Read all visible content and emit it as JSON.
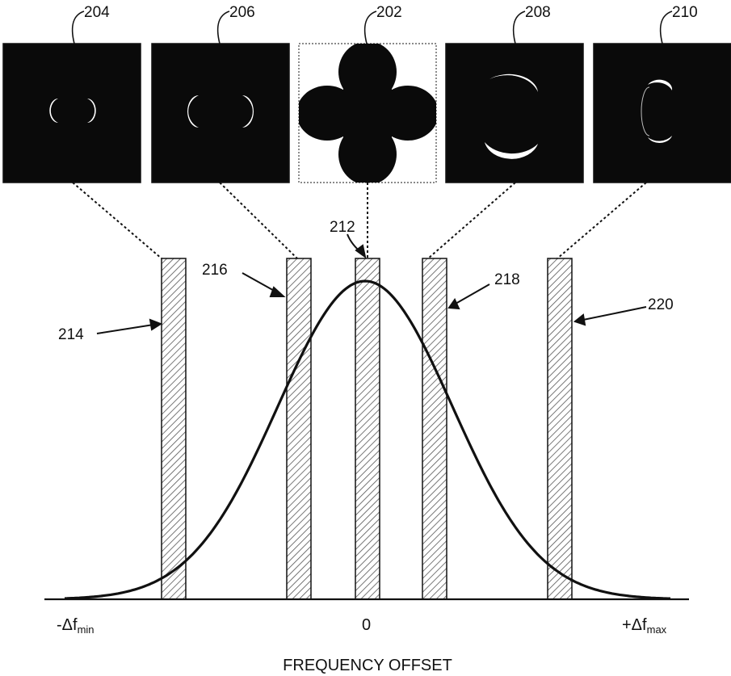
{
  "figure": {
    "panels": [
      {
        "ref": "204",
        "pattern": "small-horizontal-crescents",
        "frame": "solid"
      },
      {
        "ref": "206",
        "pattern": "large-horizontal-crescents",
        "frame": "solid"
      },
      {
        "ref": "202",
        "pattern": "four-lobe-clover",
        "frame": "dotted"
      },
      {
        "ref": "208",
        "pattern": "large-vertical-crescents",
        "frame": "solid"
      },
      {
        "ref": "210",
        "pattern": "small-vertical-crescents",
        "frame": "solid"
      }
    ],
    "bars": [
      {
        "ref": "214",
        "connects_to": "204"
      },
      {
        "ref": "216",
        "connects_to": "206"
      },
      {
        "ref": "212",
        "connects_to": "202"
      },
      {
        "ref": "218",
        "connects_to": "208"
      },
      {
        "ref": "220",
        "connects_to": "210"
      }
    ],
    "axis": {
      "left_label_main": "-Δf",
      "left_label_sub": "min",
      "center_label": "0",
      "right_label_main": "+Δf",
      "right_label_sub": "max",
      "title": "FREQUENCY OFFSET"
    },
    "curve": "gaussian",
    "colors": {
      "ink": "#111111",
      "panel_bg": "#0a0a0a",
      "panel_mark": "#ffffff",
      "hatch": "#555555"
    }
  }
}
